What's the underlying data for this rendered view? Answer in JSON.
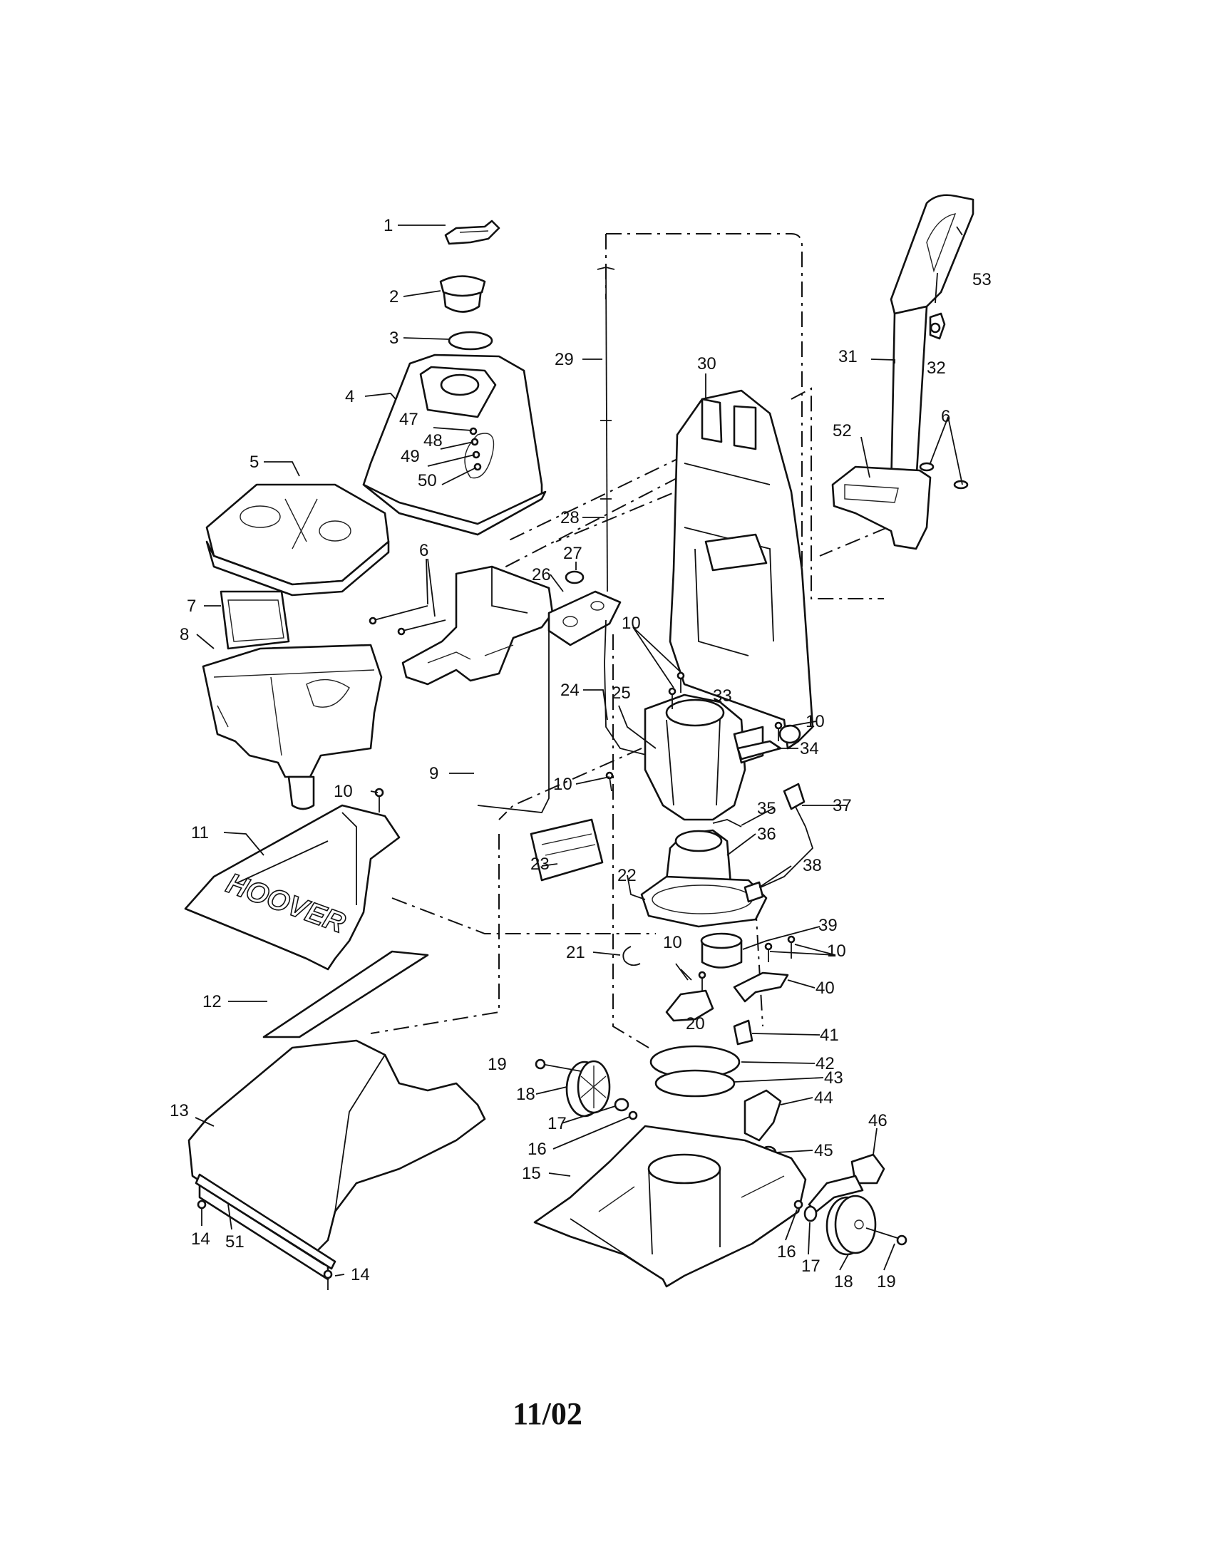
{
  "brand_text": "HOOVER",
  "date_code": "11/02",
  "labels": [
    "1",
    "2",
    "3",
    "4",
    "5",
    "6",
    "7",
    "8",
    "9",
    "10",
    "11",
    "12",
    "13",
    "14",
    "15",
    "16",
    "17",
    "18",
    "19",
    "20",
    "21",
    "22",
    "23",
    "24",
    "25",
    "26",
    "27",
    "28",
    "29",
    "30",
    "31",
    "32",
    "33",
    "34",
    "35",
    "36",
    "37",
    "38",
    "39",
    "40",
    "41",
    "42",
    "43",
    "44",
    "45",
    "46",
    "47",
    "48",
    "49",
    "50",
    "51",
    "52",
    "53"
  ]
}
